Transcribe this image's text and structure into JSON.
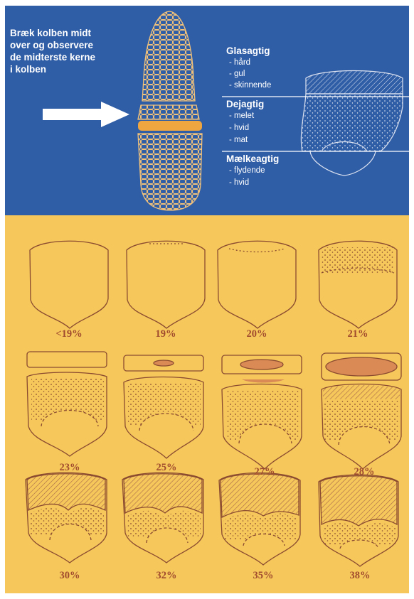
{
  "instructions": [
    "Bræk kolben midt",
    "over og observere",
    "de midterste kerne",
    "i kolben"
  ],
  "zones": [
    {
      "name": "Glasagtig",
      "traits": [
        "- hård",
        "- gul",
        "- skinnende"
      ]
    },
    {
      "name": "Dejagtig",
      "traits": [
        "- melet",
        "- hvid",
        "- mat"
      ]
    },
    {
      "name": "Mælkeagtig",
      "traits": [
        "- flydende",
        "- hvid"
      ]
    }
  ],
  "percentages": [
    "<19%",
    "19%",
    "20%",
    "21%",
    "23%",
    "25%",
    "27%",
    "28%",
    "30%",
    "32%",
    "35%",
    "38%"
  ],
  "colors": {
    "top_panel": "#2f5da6",
    "bottom_panel": "#f6c85b",
    "ink": "#8a4a30",
    "accent": "#f0a640"
  }
}
